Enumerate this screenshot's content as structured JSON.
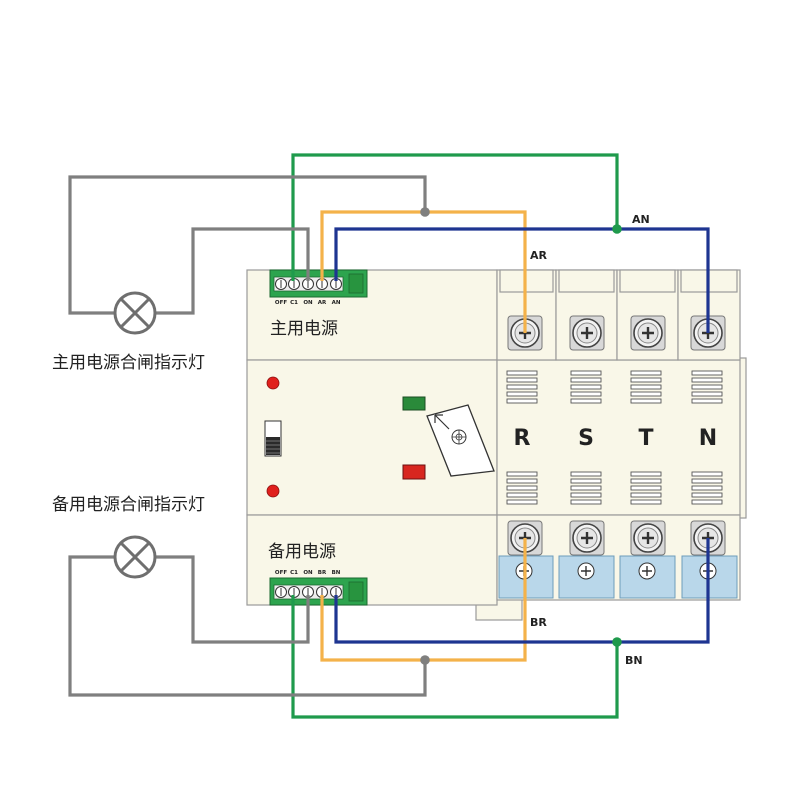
{
  "lamps": {
    "main_label": "主用电源合闸指示灯",
    "backup_label": "备用电源合闸指示灯"
  },
  "switch": {
    "main_section": "主用电源",
    "backup_section": "备用电源",
    "top_terminals": [
      "OFF",
      "C1",
      "ON",
      "AR",
      "AN"
    ],
    "bottom_terminals": [
      "OFF",
      "C1",
      "ON",
      "BR",
      "BN"
    ],
    "poles": [
      "R",
      "S",
      "T",
      "N"
    ]
  },
  "wire_labels": {
    "an": "AN",
    "ar": "AR",
    "br": "BR",
    "bn": "BN"
  },
  "icons": {
    "lamp": "indicator-lamp-icon",
    "screw": "screw-icon",
    "handle": "rotary-handle-icon"
  },
  "colors": {
    "wire_green": "#1f9a4c",
    "wire_orange": "#f4b24a",
    "wire_blue": "#1e3591",
    "wire_gray": "#7f7f7f",
    "body": "#f9f7e8",
    "terminal_green": "#2da44e",
    "lens_blue": "#b9d7ea",
    "lamp_red": "#e0201c",
    "indicator_green": "#2a8a3a",
    "indicator_red": "#d8261f"
  }
}
